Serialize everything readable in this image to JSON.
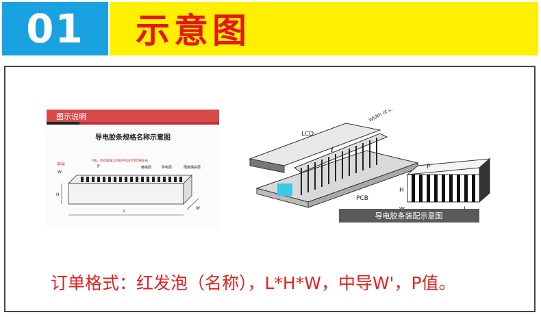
{
  "header": {
    "number": "01",
    "title": "示意图"
  },
  "left_diagram": {
    "tab_label": "图示说明",
    "title": "导电胶条规格名称示意图",
    "label_zhongdao": "中导",
    "label_w": "W",
    "label_p": "P",
    "label_h": "H",
    "label_l": "L",
    "note_p": "P值，对应玻璃上的金手指应达到5根左右",
    "label_insulation": "绝缘层",
    "label_conductive": "导电层",
    "label_protect": "隔离保护层"
  },
  "right_diagram": {
    "label_lcd": "LCD",
    "label_width_pads": "Width of LCD pads",
    "label_pcb": "PCB",
    "label_l": "ℓ",
    "label_p": "P",
    "label_h": "H",
    "label_w": "W",
    "label_l2": "L",
    "banner": "导电胶条装配示意图"
  },
  "order_text": "订单格式：红发泡（名称），L*H*W，中导W'，P值。",
  "colors": {
    "blue": "#1aa2e0",
    "yellow": "#ffef00",
    "red": "#e21818"
  }
}
